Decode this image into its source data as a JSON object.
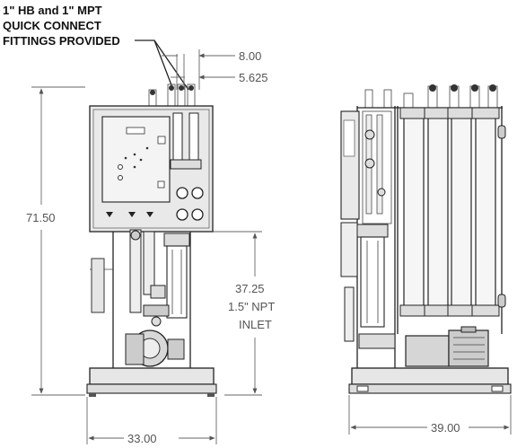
{
  "callout": {
    "line1": "1\" HB and 1\" MPT",
    "line2": "QUICK CONNECT",
    "line3": "FITTINGS PROVIDED"
  },
  "dimensions": {
    "outlet_offset_1": "8.00",
    "outlet_offset_2": "5.625",
    "overall_height": "71.50",
    "inlet_height": "37.25",
    "inlet_label_1": "1.5\" NPT",
    "inlet_label_2": "INLET",
    "front_width": "33.00",
    "side_width": "39.00"
  },
  "views": [
    "front-view",
    "side-view"
  ]
}
